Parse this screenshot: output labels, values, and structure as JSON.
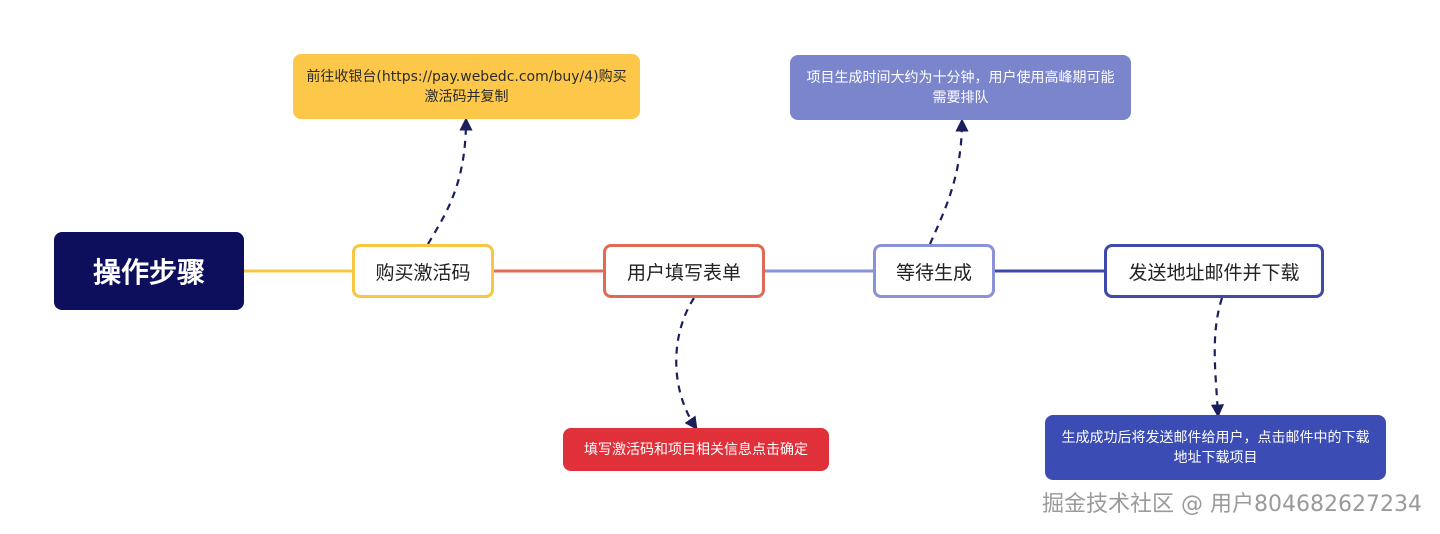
{
  "root": {
    "label": "操作步骤"
  },
  "steps": [
    {
      "label": "购买激活码"
    },
    {
      "label": "用户填写表单"
    },
    {
      "label": "等待生成"
    },
    {
      "label": "发送地址邮件并下载"
    }
  ],
  "notes": [
    {
      "text": "前往收银台(https://pay.webedc.com/buy/4)购买激活码并复制"
    },
    {
      "text": "填写激活码和项目相关信息点击确定"
    },
    {
      "text": "项目生成时间大约为十分钟，用户使用高峰期可能需要排队"
    },
    {
      "text": "生成成功后将发送邮件给用户，点击邮件中的下载地址下载项目"
    }
  ],
  "colors": {
    "root_bg": "#0d0f5c",
    "step1": "#f7c744",
    "step2": "#e06a55",
    "step3": "#8a92d8",
    "step4": "#3f4aa8",
    "note1_bg": "#fdc84a",
    "note2_bg": "#e0303a",
    "note3_bg": "#7b85cc",
    "note4_bg": "#3b4db5",
    "arrow": "#1a1f5c"
  },
  "watermark": {
    "text": "掘金技术社区 @ 用户804682627234"
  }
}
